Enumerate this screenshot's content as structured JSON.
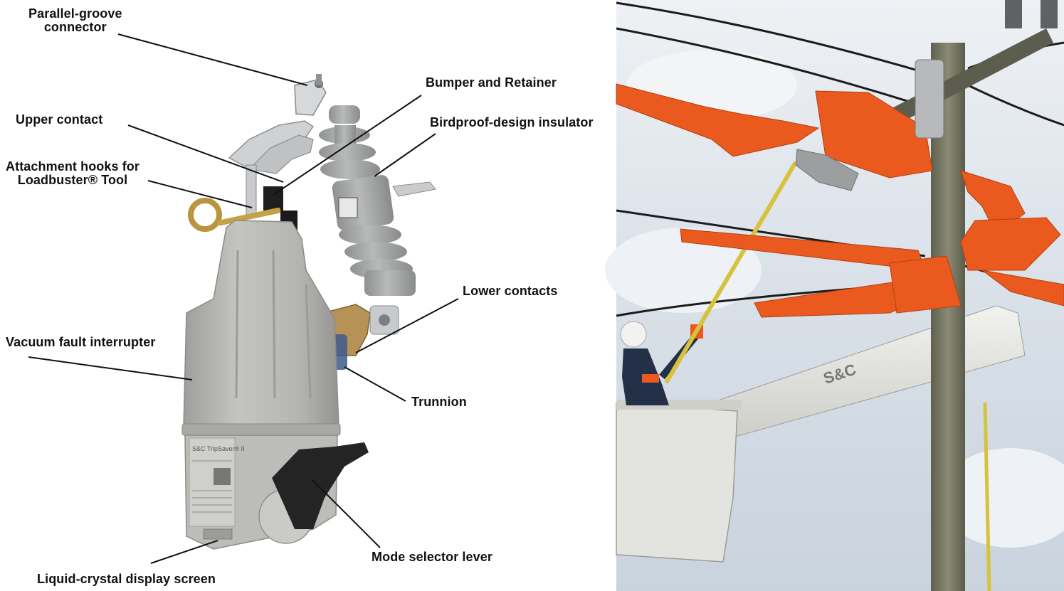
{
  "diagram": {
    "labels": {
      "parallel_groove_connector": [
        "Parallel-groove",
        "connector"
      ],
      "upper_contact": "Upper contact",
      "attachment_hooks": [
        "Attachment hooks for",
        "Loadbuster® Tool"
      ],
      "bumper_and_retainer": "Bumper and Retainer",
      "birdproof_insulator": "Birdproof-design insulator",
      "lower_contacts": "Lower contacts",
      "vacuum_fault_interrupter": "Vacuum fault interrupter",
      "trunnion": "Trunnion",
      "mode_selector_lever": "Mode selector lever",
      "lcd_screen": "Liquid-crystal display screen"
    },
    "product_nameplate": "S&C TripSaver® II",
    "boom_marking": "S&C"
  },
  "colors": {
    "housing_gray": "#b9b9b7",
    "insulator_gray": "#a7a9a8",
    "safety_orange": "#ea5a1e",
    "sky": "#dde4ec",
    "pole_wood": "#7d7d6a"
  }
}
